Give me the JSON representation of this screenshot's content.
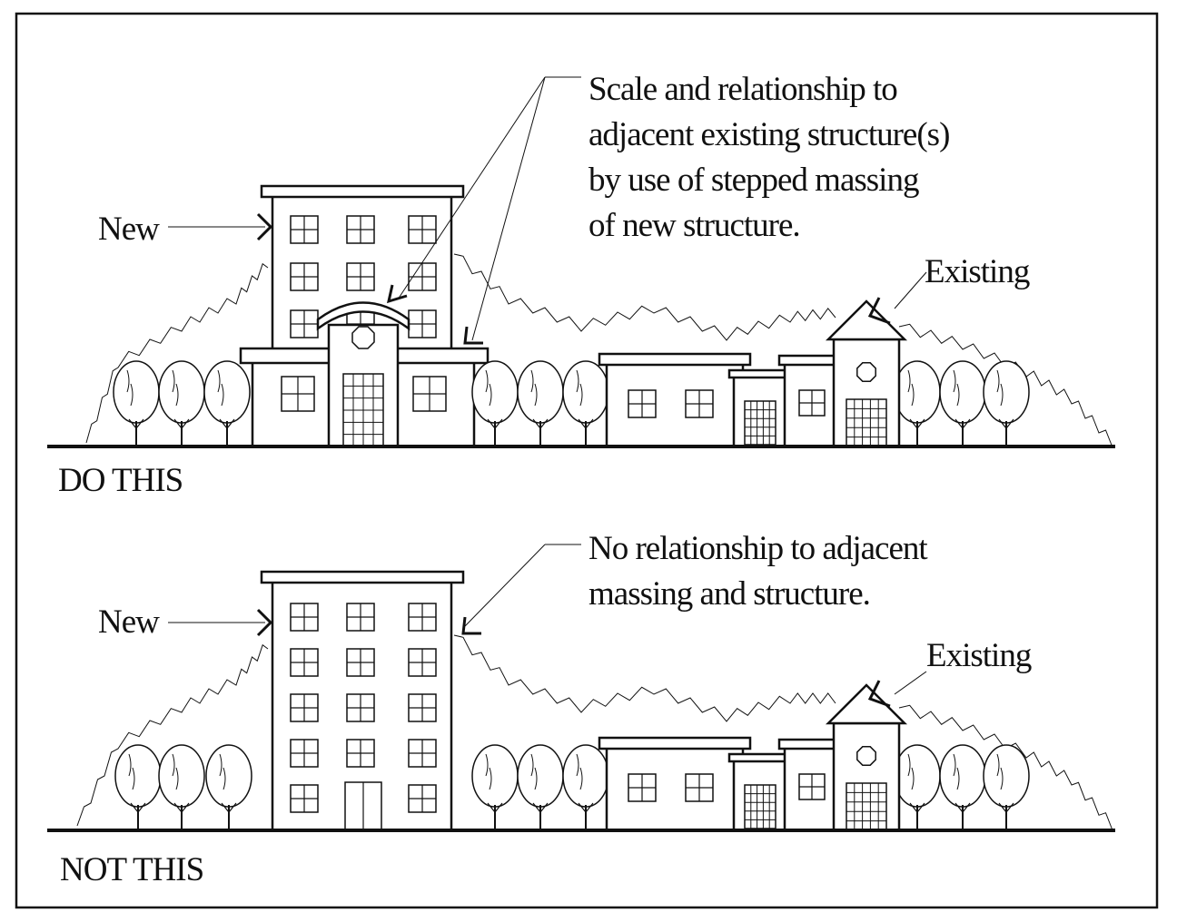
{
  "top_panel": {
    "new_label": "New",
    "existing_label": "Existing",
    "caption": "DO THIS",
    "callout_lines": [
      "Scale and relationship to",
      "adjacent existing structure(s)",
      "by use of stepped massing",
      "of new structure."
    ]
  },
  "bottom_panel": {
    "new_label": "New",
    "existing_label": "Existing",
    "caption": "NOT THIS",
    "callout_lines": [
      "No relationship to adjacent",
      "massing and structure."
    ]
  }
}
